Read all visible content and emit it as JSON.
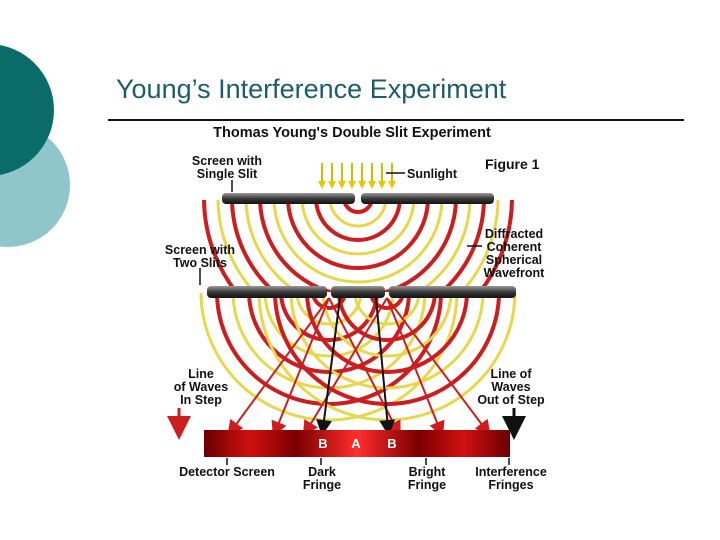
{
  "slide": {
    "title": "Young’s Interference Experiment"
  },
  "figure": {
    "heading": "Thomas Young's Double Slit Experiment",
    "figure_number": "Figure 1",
    "labels": {
      "single_slit_1": "Screen with",
      "single_slit_2": "Single Slit",
      "sunlight": "Sunlight",
      "two_slits_1": "Screen with",
      "two_slits_2": "Two Slits",
      "diffracted_1": "Diffracted",
      "diffracted_2": "Coherent",
      "diffracted_3": "Spherical",
      "diffracted_4": "Wavefront",
      "in_step_1": "Line",
      "in_step_2": "of Waves",
      "in_step_3": "In Step",
      "out_step_1": "Line of",
      "out_step_2": "Waves",
      "out_step_3": "Out of Step",
      "detector": "Detector Screen",
      "dark_1": "Dark",
      "dark_2": "Fringe",
      "bright_1": "Bright",
      "bright_2": "Fringe",
      "interf_1": "Interference",
      "interf_2": "Fringes",
      "fringe_b_left": "B",
      "fringe_a": "A",
      "fringe_b_right": "B"
    },
    "colors": {
      "red_wave": "#cc1e1e",
      "yellow_wave": "#e6d84a",
      "accent": "#1d5c6e"
    }
  }
}
